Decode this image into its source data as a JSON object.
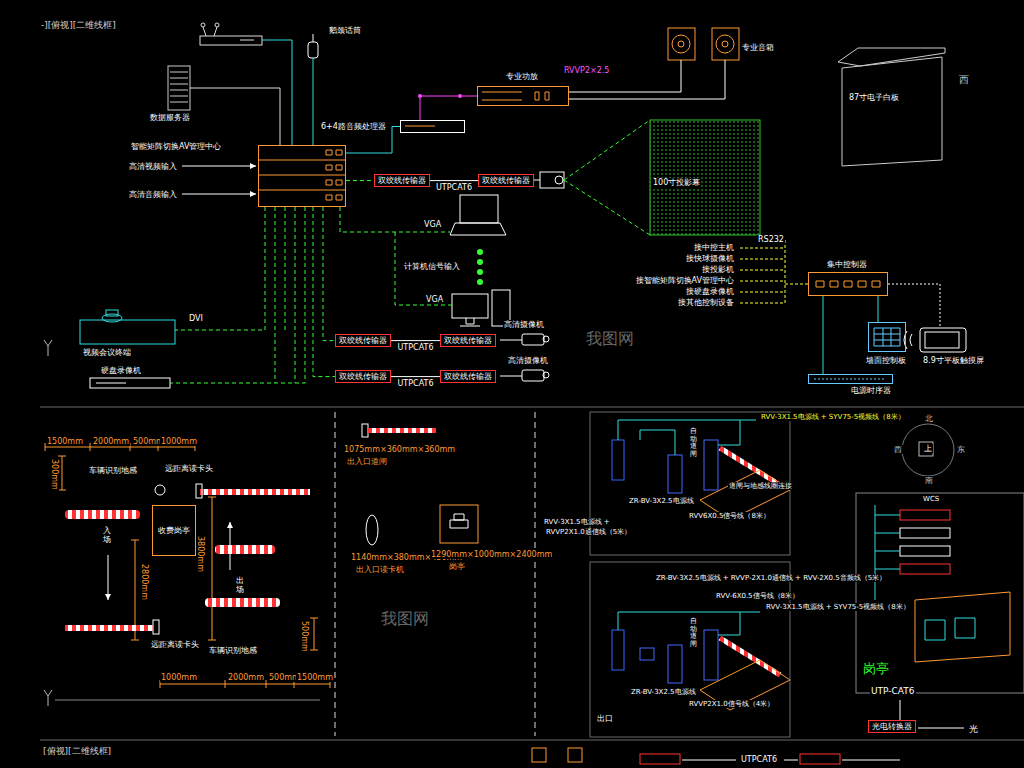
{
  "diagram": {
    "nodes": [
      {
        "text": [
          "数据服务器"
        ]
      },
      {
        "text": [
          "智能矩阵切换AV管理中心"
        ]
      },
      {
        "text": [
          "6+4路音频处理器"
        ]
      },
      {
        "text": [
          "专业功放"
        ]
      },
      {
        "text": [
          "双绞线传输器"
        ]
      },
      {
        "text": [
          "双绞线传输器"
        ]
      },
      {
        "text": [
          "双绞线传输器"
        ]
      },
      {
        "text": [
          "双绞线传输器"
        ]
      },
      {
        "text": [
          "双绞线传输器"
        ]
      },
      {
        "text": [
          "双绞线传输器"
        ]
      },
      {
        "text": [
          "集中控制器"
        ]
      },
      {
        "text": [
          "墙面控制板"
        ]
      },
      {
        "text": [
          "电源时序器"
        ]
      },
      {
        "text": [
          "收费岗亭"
        ]
      },
      {
        "text": [
          "光电转换器"
        ]
      }
    ],
    "edges": [
      {
        "from": 0,
        "to": 1,
        "arrow": "none"
      },
      {
        "from": 1,
        "to": 2,
        "arrow": "none"
      },
      {
        "from": 2,
        "to": 3,
        "arrow": "none"
      },
      {
        "from": 1,
        "to": 4,
        "arrow": "none"
      },
      {
        "from": 4,
        "to": 5,
        "label": "UTPCAT6",
        "arrow": "none"
      },
      {
        "from": 1,
        "to": 6,
        "arrow": "none"
      },
      {
        "from": 6,
        "to": 7,
        "label": "UTPCAT6",
        "arrow": "none"
      },
      {
        "from": 1,
        "to": 8,
        "arrow": "none"
      },
      {
        "from": 8,
        "to": 9,
        "label": "UTPCAT6",
        "arrow": "none"
      },
      {
        "from": 10,
        "to": 11,
        "arrow": "none"
      },
      {
        "from": 10,
        "to": 12,
        "arrow": "none"
      }
    ],
    "labels": [
      "-][俯视][二维线框]",
      "鹅颈话筒",
      "RVVP2×2.5",
      "专业音箱",
      "87寸电子白板",
      "西",
      "高清视频输入",
      "高清音频输入",
      "100寸投影幕",
      "VGA",
      "计算机信号输入",
      "VGA",
      "DVI",
      "视频会议终端",
      "硬盘录像机",
      "高清摄像机",
      "高清摄像机",
      "RS232",
      "接中控主机",
      "接快球摄像机",
      "接投影机",
      "接智能矩阵切换AV管理中心",
      "接硬盘录像机",
      "接其他控制设备",
      "8.9寸平板触摸屏",
      "1500mm",
      "2000mm",
      "500mm",
      "1000mm",
      "300mm",
      "车辆识别地感",
      "远距离读卡头",
      "入场",
      "3800mm",
      "2800mm",
      "出场",
      "远距离读卡头",
      "车辆识别地感",
      "1000mm",
      "2000mm",
      "500mm",
      "1500mm",
      "500mm",
      "1075mm×360mm×360mm",
      "出入口道闸",
      "1140mm×380mm×430mm",
      "出入口读卡机",
      "1290mm×1000mm×2400mm",
      "岗亭",
      "RVV-3X1.5电源线 + SYV75-5视频线（8米）",
      "北",
      "西",
      "上",
      "东",
      "南",
      "自动道闸",
      "ZR-BV-3X2.5电源线",
      "道闸与地感线圈连接",
      "RVV-3X1.5电源线 +",
      "RVVP2X1.0通信线（5米）",
      "RVV6X0.5信号线（8米）",
      "ZR-BV-3X2.5电源线 + RVVP-2X1.0通信线 + RVV-2X0.5音频线（5米）",
      "RVV-6X0.5信号线（8米）",
      "RVV-3X1.5电源线 + SYV75-5视频线（8米）",
      "自动道闸",
      "ZR-BV-3X2.5电源线",
      "RVVP2X1.0信号线（4米）",
      "出口",
      "岗亭",
      "UTP-CAT6",
      "光",
      "UTPCAT6",
      "[俯视][二维线框]",
      "WCS",
      "我图网",
      "我图网"
    ]
  }
}
